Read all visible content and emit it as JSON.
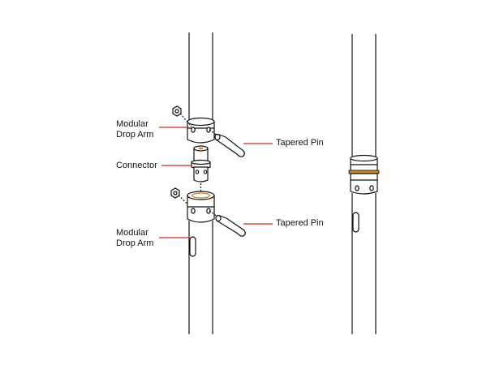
{
  "labels": {
    "modular_drop_arm_top": [
      "Modular",
      "Drop Arm"
    ],
    "connector": "Connector",
    "tapered_pin_top": "Tapered Pin",
    "modular_drop_arm_bottom": [
      "Modular",
      "Drop Arm"
    ],
    "tapered_pin_bottom": "Tapered Pin"
  },
  "colors": {
    "leader_line": "#d9251c",
    "outline": "#111111",
    "accent": "#c8862a"
  }
}
